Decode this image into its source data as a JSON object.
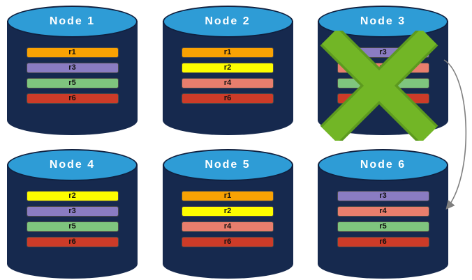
{
  "diagram": {
    "nodes": [
      {
        "label": "Node 1",
        "failed": false,
        "replicas": [
          {
            "id": "r1",
            "color": "#f9a203"
          },
          {
            "id": "r3",
            "color": "#8a7cc2"
          },
          {
            "id": "r5",
            "color": "#7fc57e"
          },
          {
            "id": "r6",
            "color": "#cc3b28"
          }
        ]
      },
      {
        "label": "Node 2",
        "failed": false,
        "replicas": [
          {
            "id": "r1",
            "color": "#f9a203"
          },
          {
            "id": "r2",
            "color": "#fdfd00"
          },
          {
            "id": "r4",
            "color": "#e87e6d"
          },
          {
            "id": "r6",
            "color": "#cc3b28"
          }
        ]
      },
      {
        "label": "Node 3",
        "failed": true,
        "replicas": [
          {
            "id": "r3",
            "color": "#8a7cc2"
          },
          {
            "id": "r4",
            "color": "#e87e6d"
          },
          {
            "id": "r5",
            "color": "#7fc57e"
          },
          {
            "id": "r6",
            "color": "#cc3b28"
          }
        ]
      },
      {
        "label": "Node 4",
        "failed": false,
        "replicas": [
          {
            "id": "r2",
            "color": "#fdfd00"
          },
          {
            "id": "r3",
            "color": "#8a7cc2"
          },
          {
            "id": "r5",
            "color": "#7fc57e"
          },
          {
            "id": "r6",
            "color": "#cc3b28"
          }
        ]
      },
      {
        "label": "Node 5",
        "failed": false,
        "replicas": [
          {
            "id": "r1",
            "color": "#f9a203"
          },
          {
            "id": "r2",
            "color": "#fdfd00"
          },
          {
            "id": "r4",
            "color": "#e87e6d"
          },
          {
            "id": "r6",
            "color": "#cc3b28"
          }
        ]
      },
      {
        "label": "Node 6",
        "failed": false,
        "replicas": [
          {
            "id": "r3",
            "color": "#8a7cc2"
          },
          {
            "id": "r4",
            "color": "#e87e6d"
          },
          {
            "id": "r5",
            "color": "#7fc57e"
          },
          {
            "id": "r6",
            "color": "#cc3b28"
          }
        ]
      }
    ],
    "failed_node": "Node 3",
    "arrow": {
      "from": "Node 3",
      "to": "Node 6",
      "color": "#7f7f7f"
    },
    "x_mark_color": "#72b626",
    "x_mark_outline": "#5d9a1f",
    "colors": {
      "cylinder_body": "#16294e",
      "cylinder_top": "#2e9cd6"
    }
  }
}
